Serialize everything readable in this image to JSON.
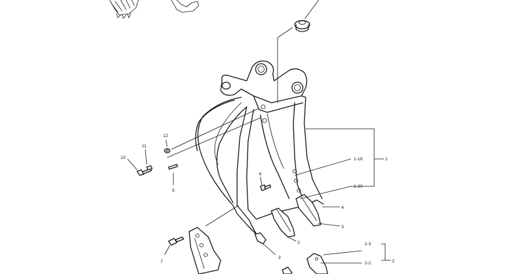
{
  "labels": {
    "l1": "1",
    "l1_18": "1-18",
    "l1_20": "1-20",
    "l2": "2",
    "l2_2": "2-2",
    "l2_3": "2-3",
    "l2b": "2",
    "l3a": "3",
    "l3b": "3",
    "l4": "4",
    "l6": "6",
    "l7": "7",
    "l9": "9",
    "l10": "10",
    "l11": "11",
    "l12": "12"
  }
}
